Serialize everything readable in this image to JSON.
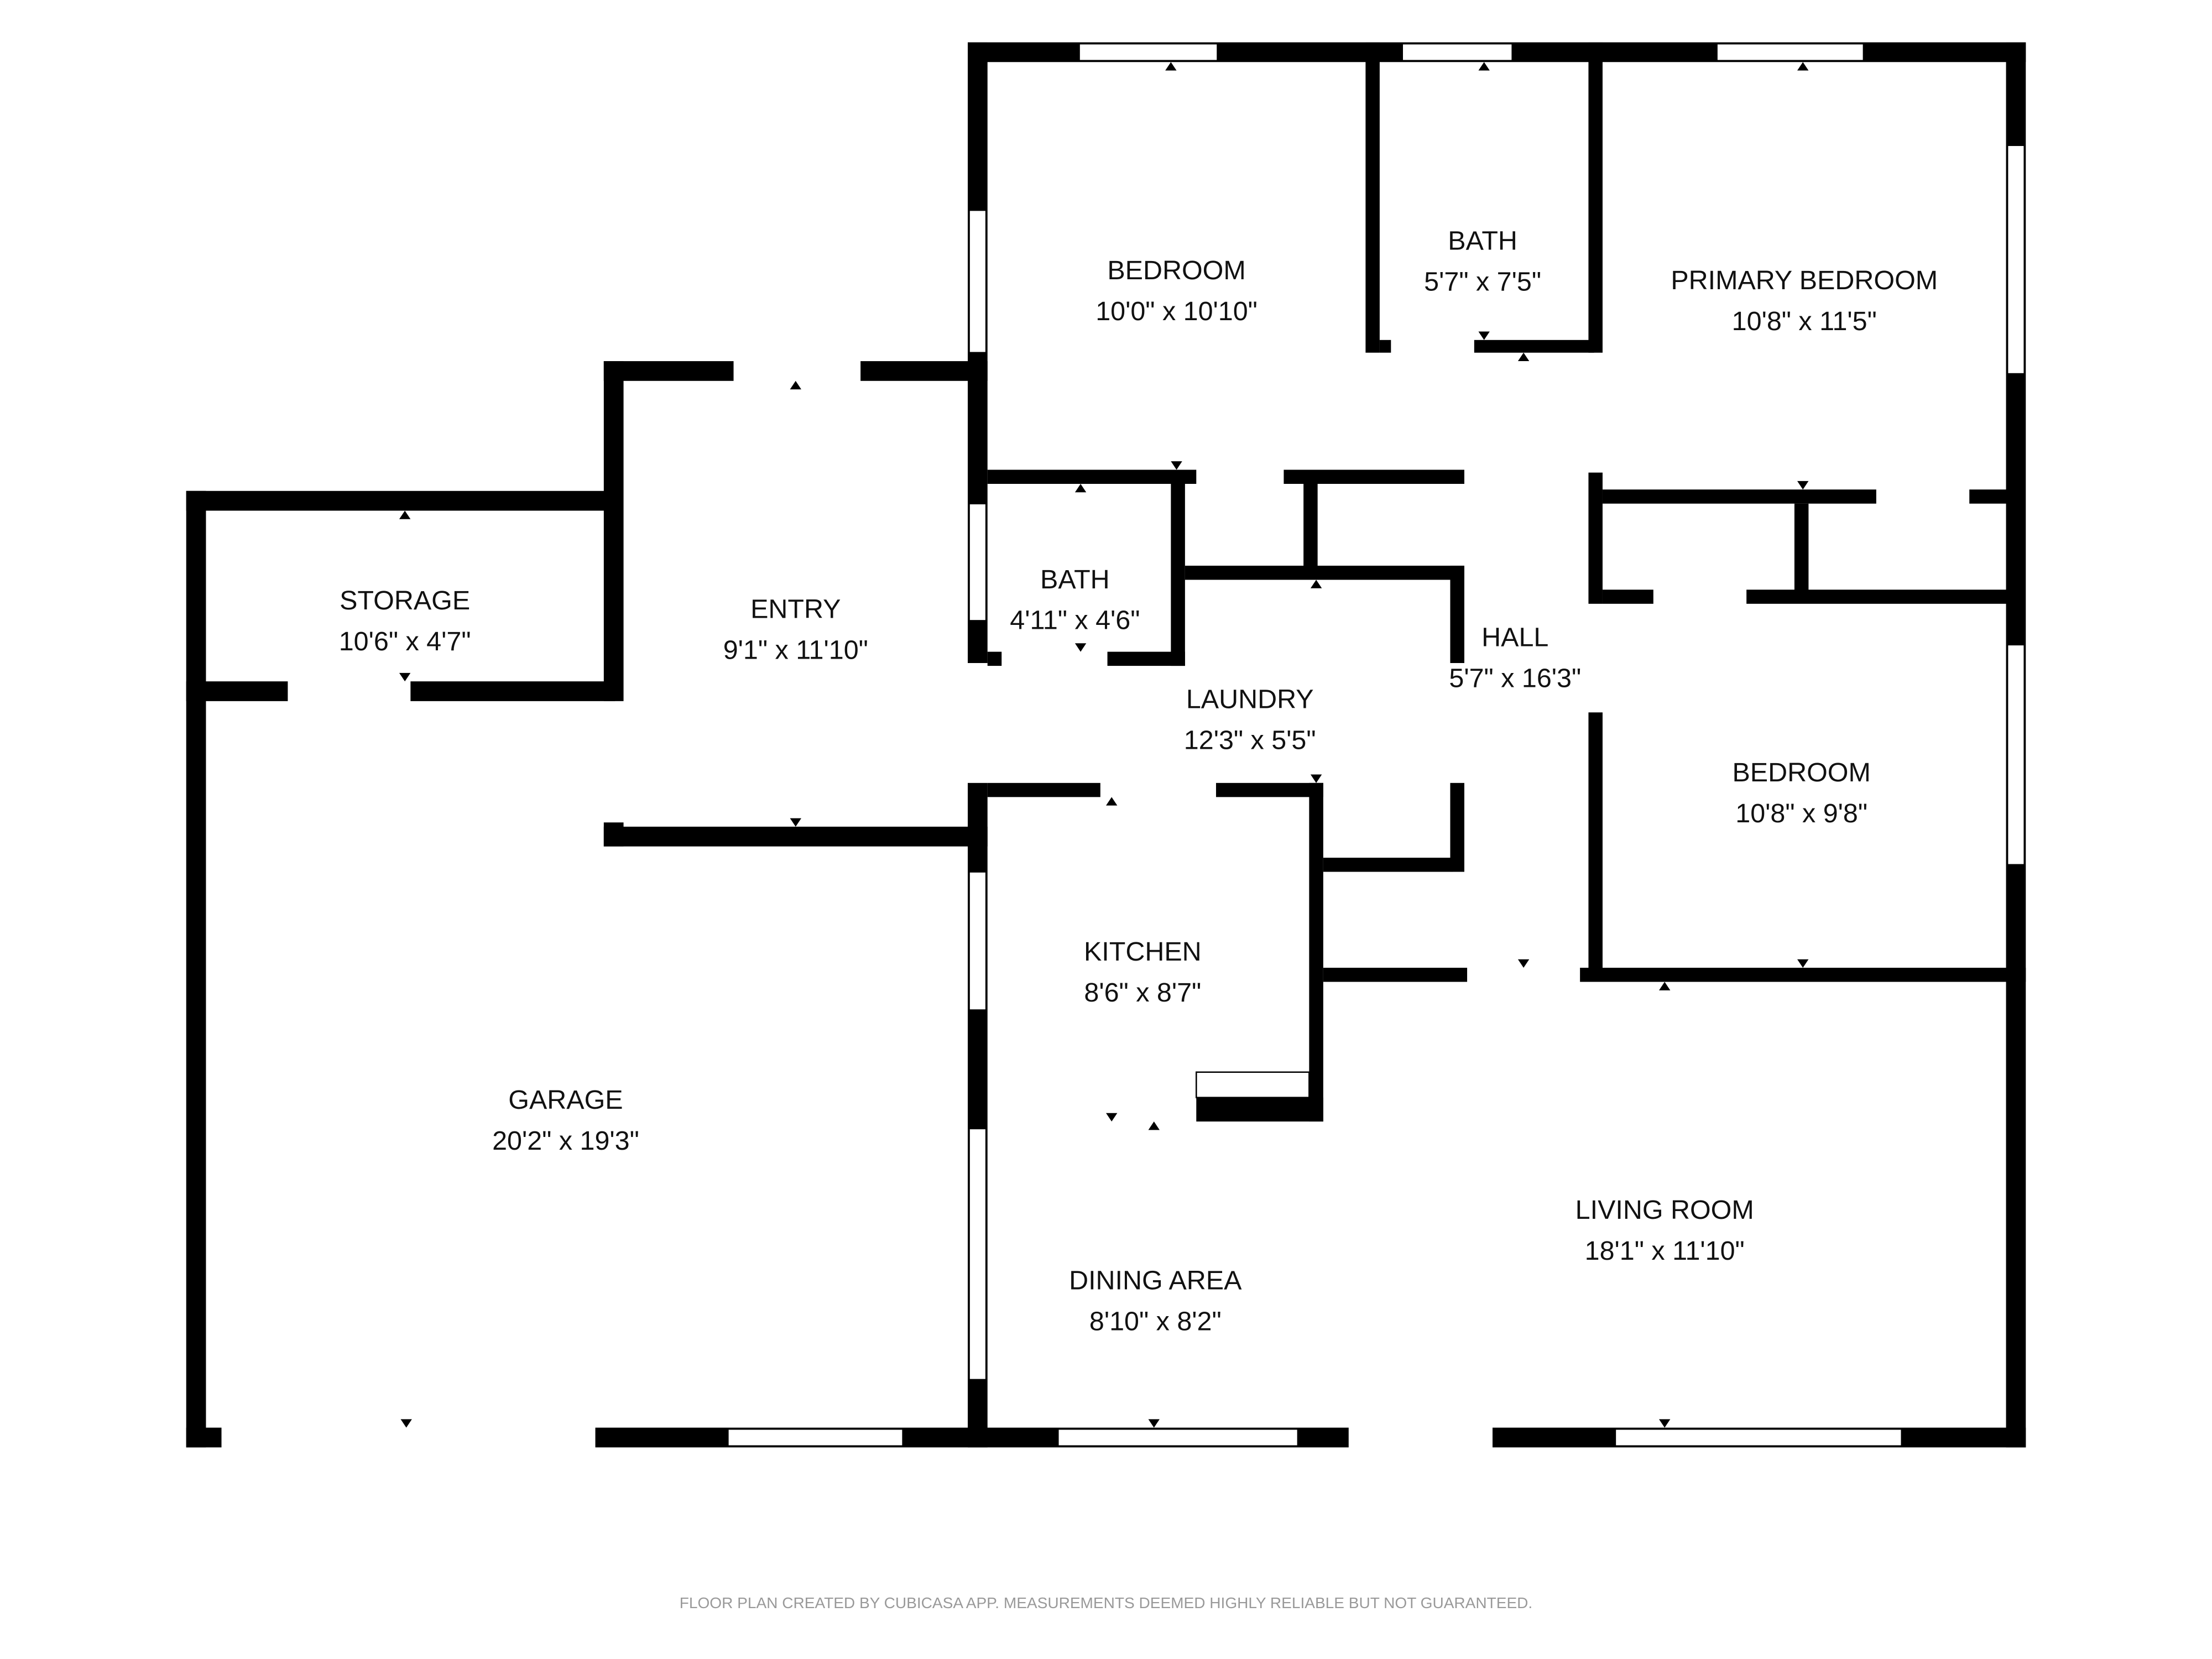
{
  "rooms": [
    {
      "name": "BEDROOM",
      "size": "10'0\" x 10'10\""
    },
    {
      "name": "BATH",
      "size": "5'7\" x 7'5\""
    },
    {
      "name": "PRIMARY BEDROOM",
      "size": "10'8\" x 11'5\""
    },
    {
      "name": "STORAGE",
      "size": "10'6\" x 4'7\""
    },
    {
      "name": "ENTRY",
      "size": "9'1\" x 11'10\""
    },
    {
      "name": "BATH",
      "size": "4'11\" x 4'6\""
    },
    {
      "name": "HALL",
      "size": "5'7\" x 16'3\""
    },
    {
      "name": "LAUNDRY",
      "size": "12'3\" x 5'5\""
    },
    {
      "name": "BEDROOM",
      "size": "10'8\" x 9'8\""
    },
    {
      "name": "KITCHEN",
      "size": "8'6\" x 8'7\""
    },
    {
      "name": "GARAGE",
      "size": "20'2\" x 19'3\""
    },
    {
      "name": "LIVING ROOM",
      "size": "18'1\" x 11'10\""
    },
    {
      "name": "DINING AREA",
      "size": "8'10\" x 8'2\""
    }
  ],
  "footer": "FLOOR PLAN CREATED BY CUBICASA APP. MEASUREMENTS DEEMED HIGHLY RELIABLE BUT NOT GUARANTEED."
}
